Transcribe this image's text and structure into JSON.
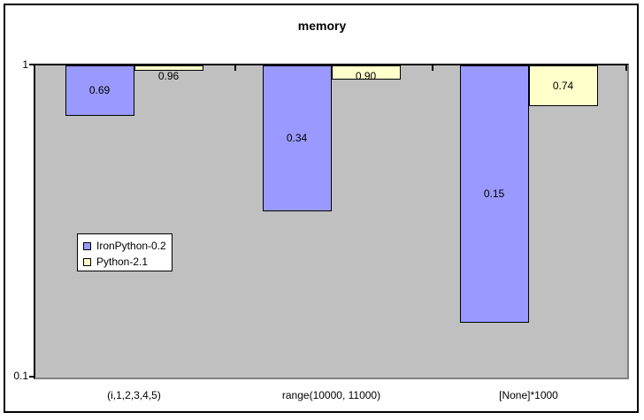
{
  "chart_data": {
    "type": "bar",
    "title": "memory",
    "categories": [
      "(i,1,2,3,4,5)",
      "range(10000, 11000)",
      "[None]*1000"
    ],
    "series": [
      {
        "name": "IronPython-0.2",
        "color": "#9999FF",
        "values": [
          0.69,
          0.34,
          0.15
        ],
        "labels": [
          "0.69",
          "0.34",
          "0.15"
        ]
      },
      {
        "name": "Python-2.1",
        "color": "#FFFFCC",
        "values": [
          0.96,
          0.9,
          0.74
        ],
        "labels": [
          "0.96",
          "0.90",
          "0.74"
        ]
      }
    ],
    "y_axis": {
      "scale": "log",
      "max": 1,
      "min": 0.1,
      "tick_labels": [
        "1",
        "0.1"
      ],
      "bars_hang_from_top": true
    },
    "legend_position": "middle-left",
    "grid": "off",
    "colors": {
      "plot_background": "#C0C0C0",
      "plot_border_shadow": "#808080",
      "axis_line": "#000000",
      "bar_border": "#000000",
      "legend_background": "#FFFFFF",
      "outer_border": "#000000",
      "page_background": "#FFFFFF",
      "text": "#000000"
    }
  }
}
